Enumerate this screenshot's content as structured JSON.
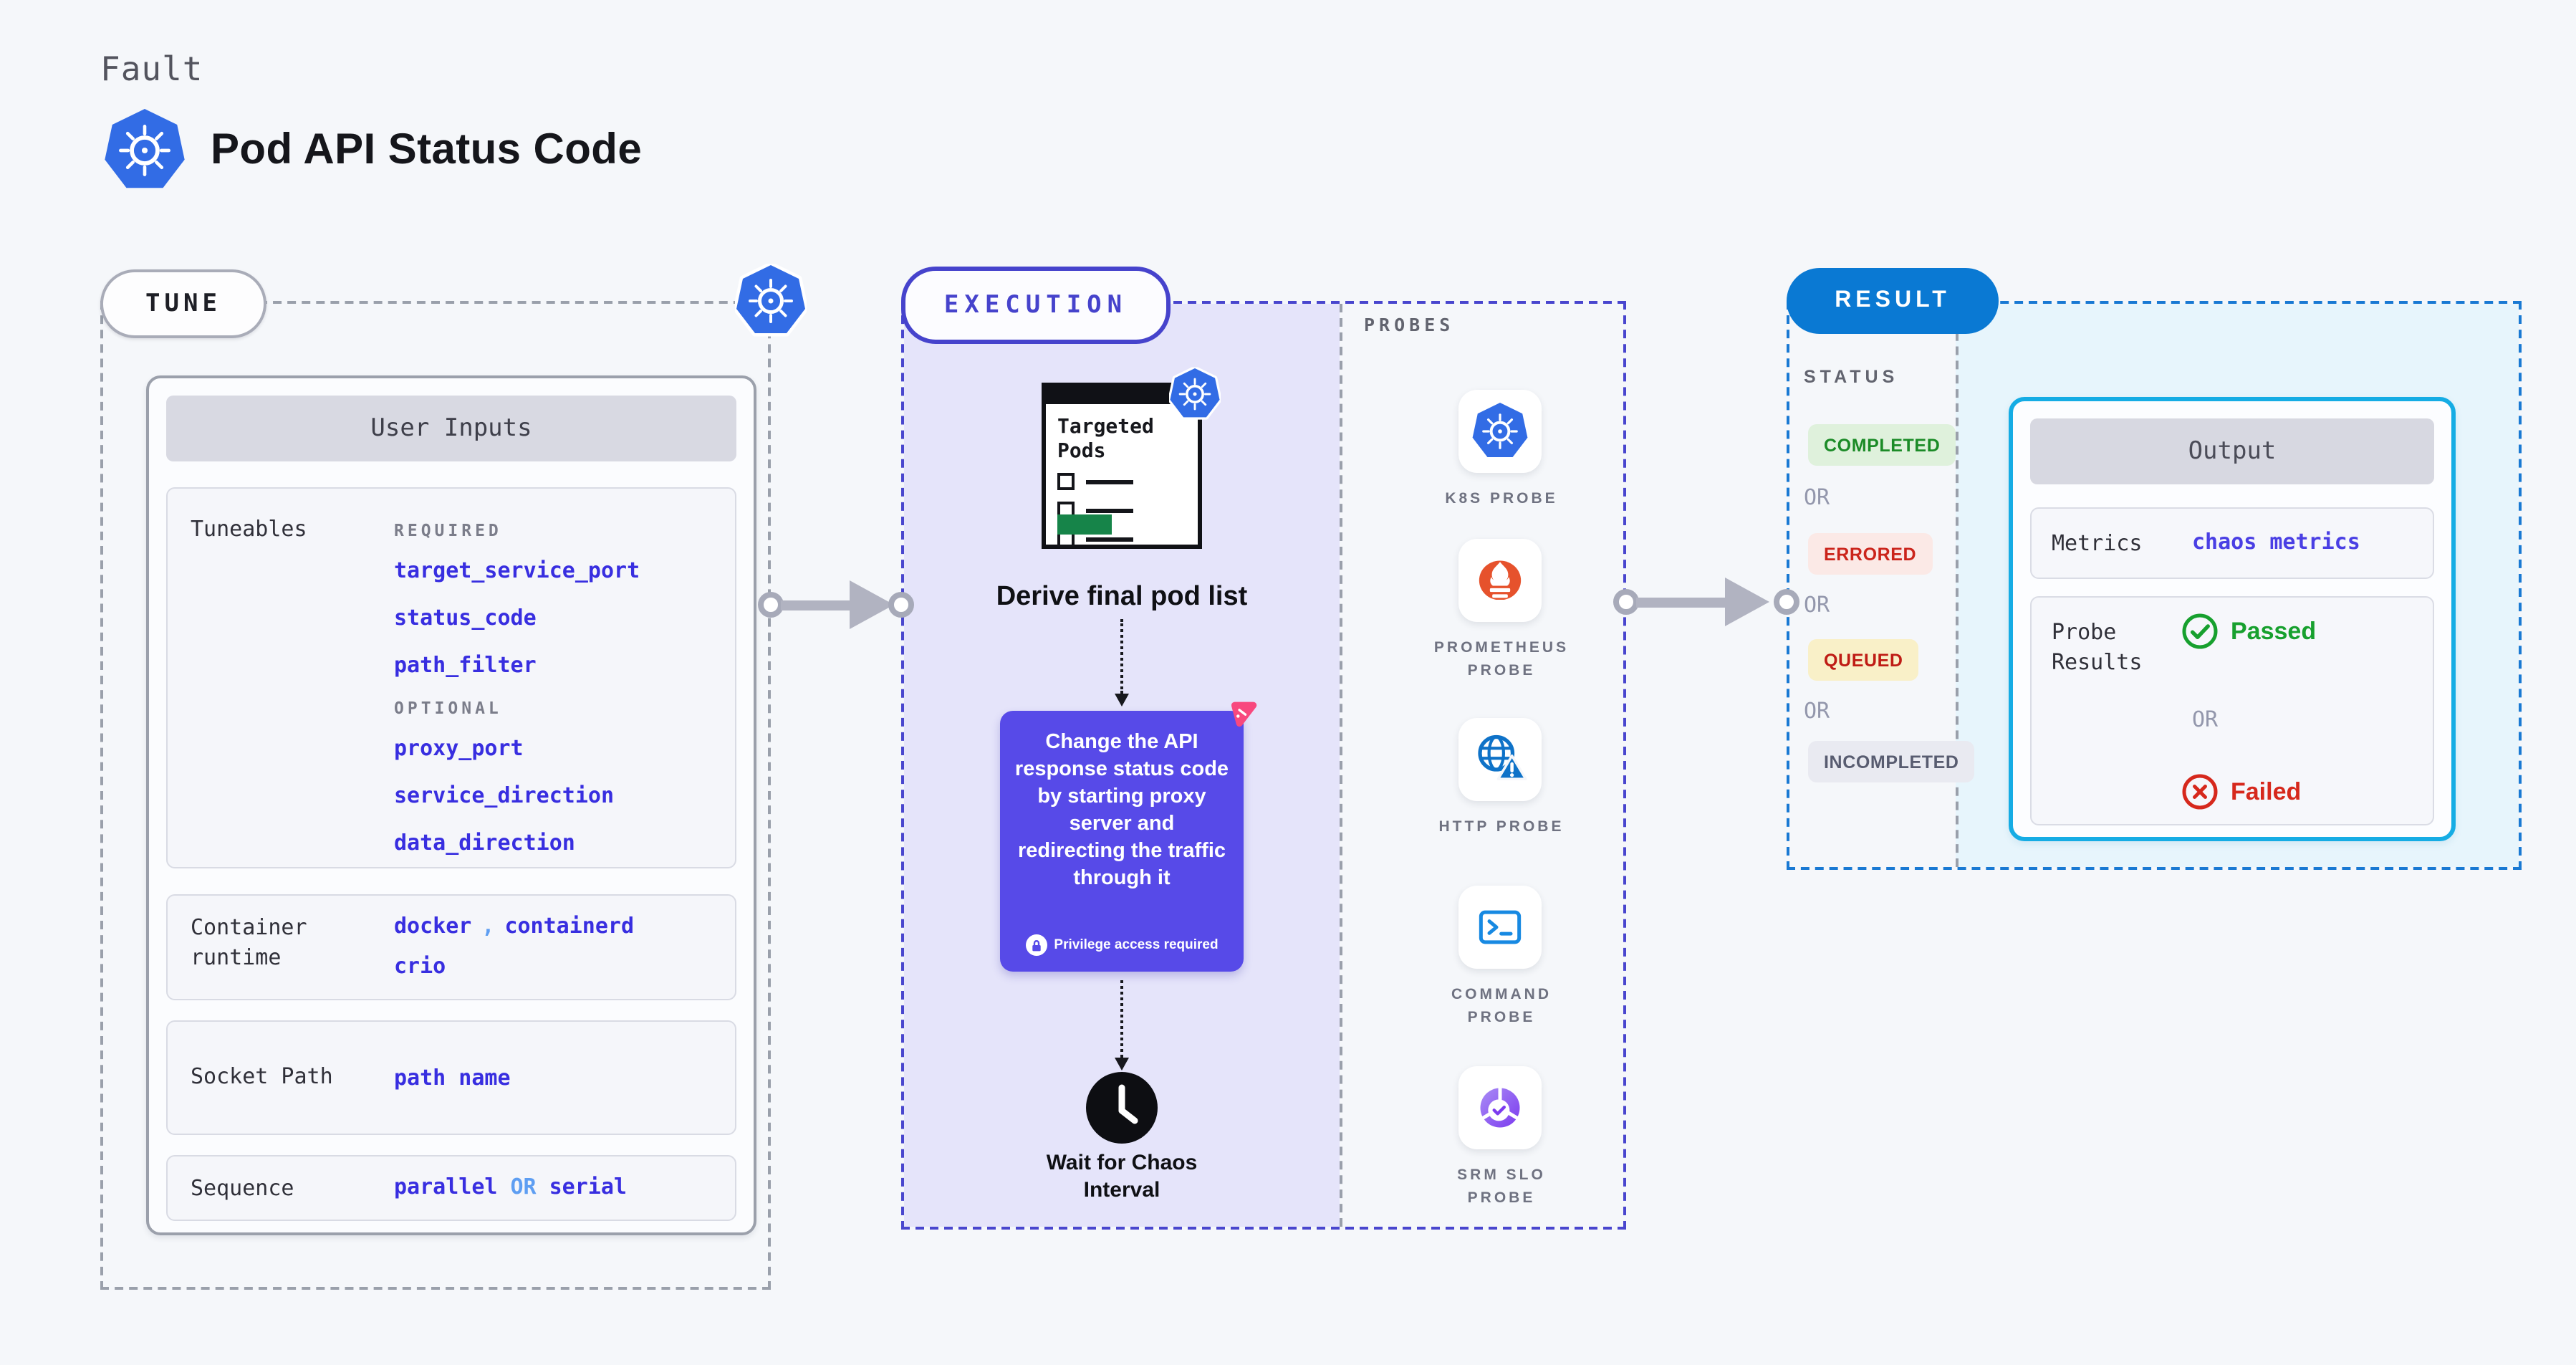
{
  "header": {
    "eyebrow": "Fault",
    "title": "Pod API Status Code"
  },
  "tune": {
    "label": "TUNE",
    "user_inputs": {
      "header": "User Inputs",
      "tuneables": {
        "label": "Tuneables",
        "required_label": "REQUIRED",
        "required": [
          "target_service_port",
          "status_code",
          "path_filter"
        ],
        "optional_label": "OPTIONAL",
        "optional": [
          "proxy_port",
          "service_direction",
          "data_direction"
        ]
      },
      "container_runtime": {
        "label": "Container runtime",
        "values": [
          "docker",
          "containerd",
          "crio"
        ],
        "separator": ","
      },
      "socket_path": {
        "label": "Socket Path",
        "value": "path name"
      },
      "sequence": {
        "label": "Sequence",
        "value_1": "parallel",
        "or": "OR",
        "value_2": "serial"
      }
    }
  },
  "execution": {
    "label": "EXECUTION",
    "targeted_pods_title": "Targeted Pods",
    "derive_label": "Derive final pod list",
    "action_text": "Change the API response status code by starting proxy server and redirecting the traffic through it",
    "privilege_note": "Privilege access required",
    "wait_label": "Wait for Chaos\nInterval"
  },
  "probes": {
    "label": "PROBES",
    "items": [
      {
        "name": "K8S PROBE",
        "icon": "kubernetes-icon"
      },
      {
        "name": "PROMETHEUS\nPROBE",
        "icon": "prometheus-icon"
      },
      {
        "name": "HTTP PROBE",
        "icon": "http-globe-warning-icon"
      },
      {
        "name": "COMMAND\nPROBE",
        "icon": "terminal-icon"
      },
      {
        "name": "SRM SLO\nPROBE",
        "icon": "slo-gauge-icon"
      }
    ]
  },
  "result": {
    "label": "RESULT",
    "status": {
      "label": "STATUS",
      "completed": "COMPLETED",
      "or_1": "OR",
      "errored": "ERRORED",
      "or_2": "OR",
      "queued": "QUEUED",
      "or_3": "OR",
      "incompleted": "INCOMPLETED"
    },
    "output": {
      "header": "Output",
      "metrics_label": "Metrics",
      "metrics_value": "chaos metrics",
      "probe_results_label": "Probe Results",
      "passed": "Passed",
      "or": "OR",
      "failed": "Failed"
    }
  },
  "colors": {
    "page_bg": "#F5F7FA",
    "kubernetes_blue": "#326CE5",
    "execution_indigo": "#4643CC",
    "execution_fill": "#E5E4FA",
    "action_card_purple": "#574AE8",
    "litmus_pink": "#F8487E",
    "result_blue": "#0A79D3",
    "result_fill": "#E7F5FC",
    "output_border_cyan": "#15ACE4",
    "value_indigo": "#382EE0",
    "or_light_blue": "#5E9EF2",
    "passed_green": "#17A02E",
    "failed_red": "#D6281C",
    "completed_bg": "#DFF1DC",
    "errored_bg": "#FBE9E6",
    "queued_bg": "#F9F0C8",
    "incompleted_bg": "#E9EAF1",
    "prometheus_orange": "#E6522C",
    "slo_purple": "#7C3BEF"
  }
}
